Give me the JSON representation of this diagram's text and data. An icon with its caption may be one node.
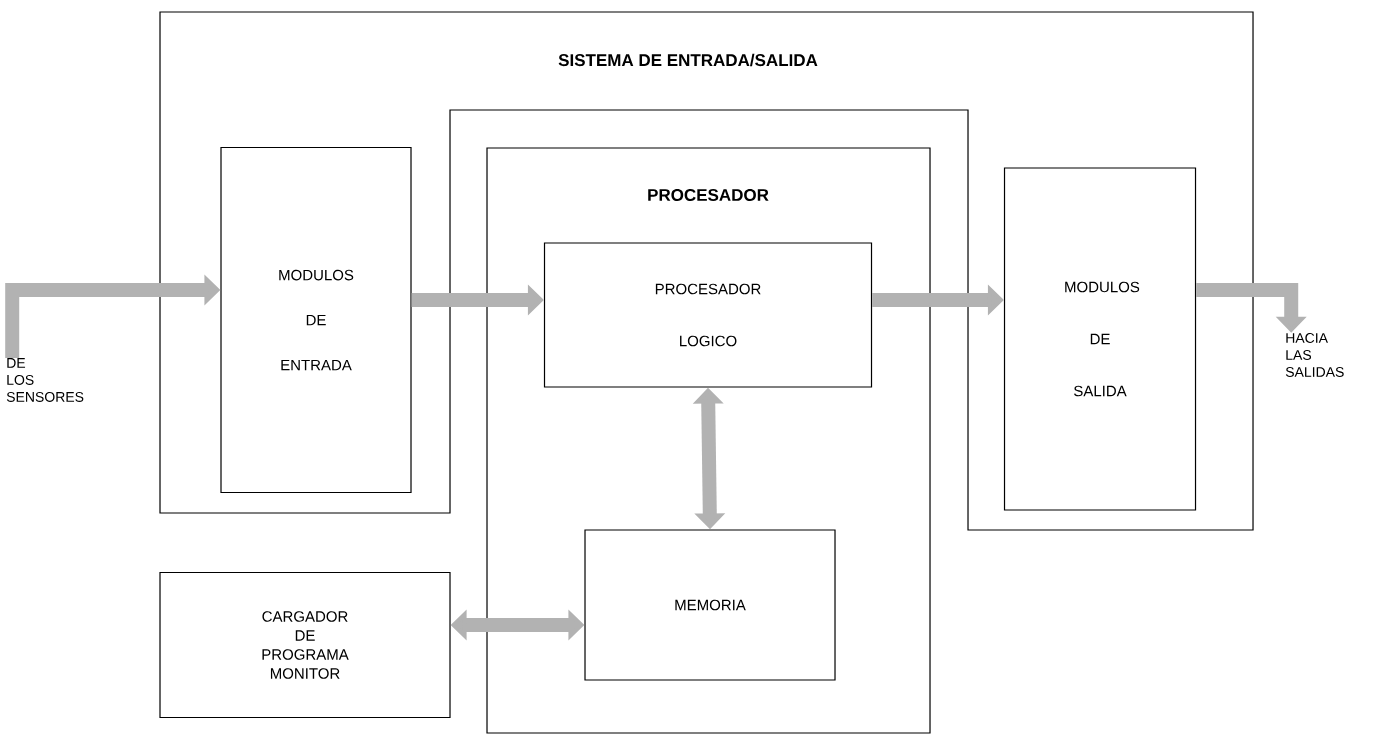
{
  "diagram": {
    "nodes": [
      {
        "text": [
          "SISTEMA DE ENTRADA/SALIDA"
        ]
      },
      {
        "text": [
          "MODULOS DE ENTRADA"
        ],
        "in": 0
      },
      {
        "text": [
          "PROCESADOR"
        ]
      },
      {
        "text": [
          "PROCESADOR LOGICO"
        ],
        "in": 2
      },
      {
        "text": [
          "MEMORIA"
        ],
        "in": 2
      },
      {
        "text": [
          "MODULOS DE SALIDA"
        ],
        "in": 0
      },
      {
        "text": [
          "CARGADOR DE PROGRAMA MONITOR"
        ]
      },
      {
        "text": [
          "DE LOS SENSORES"
        ]
      },
      {
        "text": [
          "HACIA LAS SALIDAS"
        ]
      }
    ],
    "edges": [
      {
        "from": 7,
        "to": 1,
        "arrow": "to"
      },
      {
        "from": 1,
        "to": 3,
        "arrow": "to"
      },
      {
        "from": 3,
        "to": 5,
        "arrow": "to"
      },
      {
        "from": 3,
        "to": 4,
        "arrow": "both"
      },
      {
        "from": 4,
        "to": 6,
        "arrow": "both"
      },
      {
        "from": 5,
        "to": 8,
        "arrow": "to"
      }
    ]
  }
}
